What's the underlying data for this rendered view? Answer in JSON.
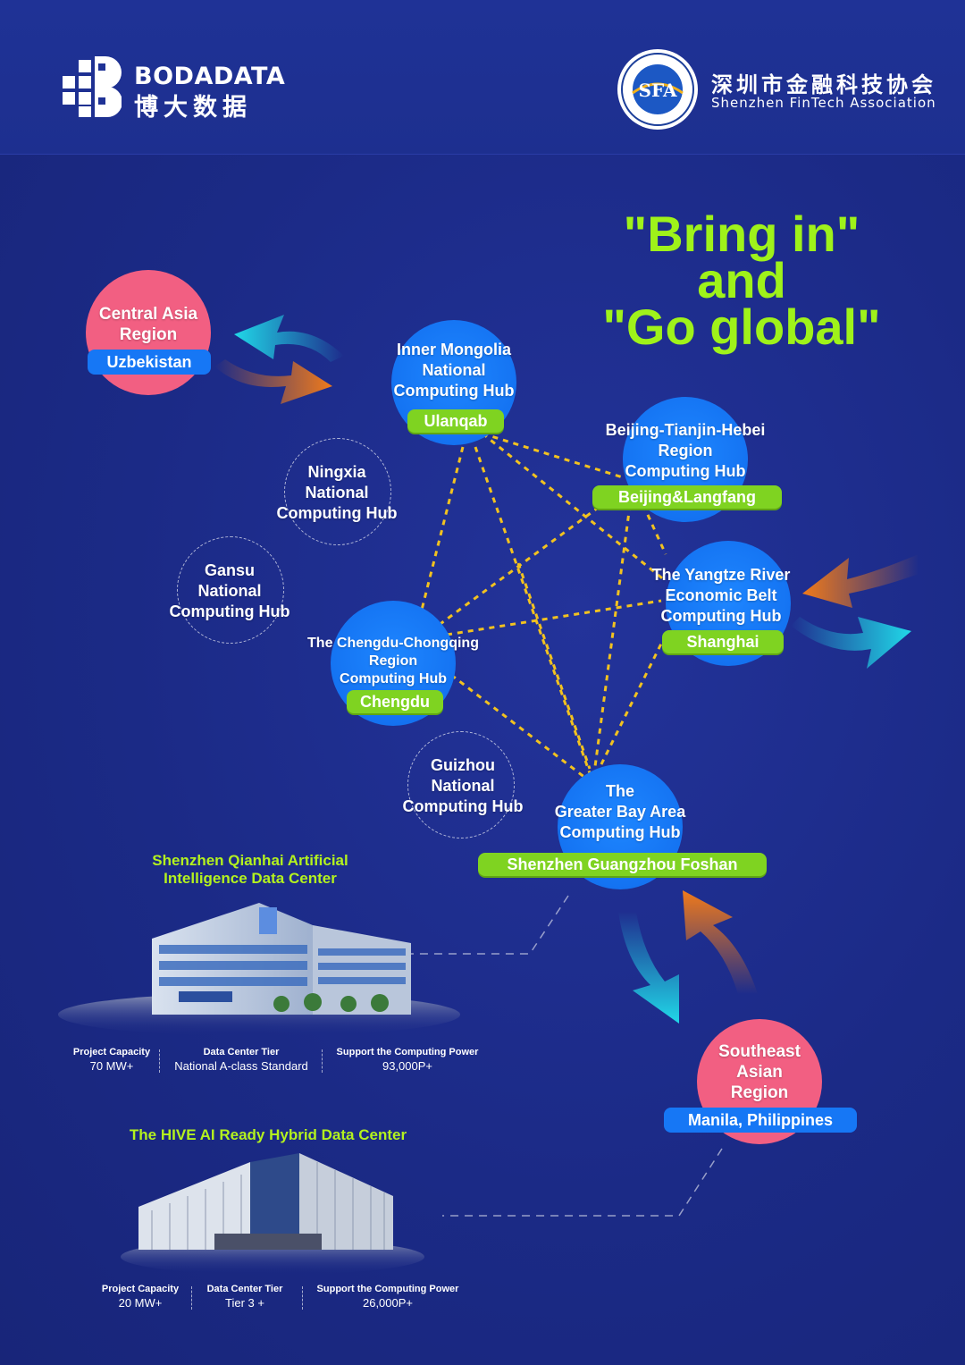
{
  "header": {
    "brand_name_en": "BODADATA",
    "brand_name_cn": "博大数据",
    "association_seal_text": "SFA",
    "association_name_cn": "深圳市金融科技协会",
    "association_name_en": "Shenzhen FinTech Association"
  },
  "headline": {
    "line1": "\"Bring in\"",
    "line2": "and",
    "line3": "\"Go global\""
  },
  "hubs": {
    "inner_mongolia": {
      "name": [
        "Inner Mongolia",
        "National",
        "Computing Hub"
      ],
      "city": "Ulanqab"
    },
    "beijing": {
      "name": [
        "Beijing-Tianjin-Hebei",
        "Region",
        "Computing Hub"
      ],
      "city": "Beijing&Langfang"
    },
    "yangtze": {
      "name": [
        "The Yangtze River",
        "Economic Belt",
        "Computing Hub"
      ],
      "city": "Shanghai"
    },
    "chengdu": {
      "name": [
        "The Chengdu-Chongqing",
        "Region",
        "Computing Hub"
      ],
      "city": "Chengdu"
    },
    "gba": {
      "name": [
        "The",
        "Greater Bay Area",
        "Computing Hub"
      ],
      "city": "Shenzhen Guangzhou Foshan"
    },
    "ningxia": {
      "name": [
        "Ningxia",
        "National",
        "Computing Hub"
      ]
    },
    "gansu": {
      "name": [
        "Gansu",
        "National",
        "Computing Hub"
      ]
    },
    "guizhou": {
      "name": [
        "Guizhou",
        "National",
        "Computing Hub"
      ]
    }
  },
  "regions": {
    "central_asia": {
      "name": [
        "Central Asia",
        "Region"
      ],
      "country": "Uzbekistan"
    },
    "southeast_asia": {
      "name": [
        "Southeast",
        "Asian",
        "Region"
      ],
      "country": "Manila, Philippines"
    }
  },
  "data_centers": [
    {
      "title": [
        "Shenzhen Qianhai Artificial",
        "Intelligence Data Center"
      ],
      "stats": [
        {
          "label": "Project Capacity",
          "value": "70 MW+"
        },
        {
          "label": "Data Center Tier",
          "value": "National A-class Standard"
        },
        {
          "label": "Support the Computing Power",
          "value": "93,000P+"
        }
      ]
    },
    {
      "title": [
        "The HIVE AI Ready Hybrid Data Center"
      ],
      "stats": [
        {
          "label": "Project Capacity",
          "value": "20 MW+"
        },
        {
          "label": "Data Center Tier",
          "value": "Tier 3 +"
        },
        {
          "label": "Support the Computing Power",
          "value": "26,000P+"
        }
      ]
    }
  ],
  "colors": {
    "background": "#1b2a86",
    "hub_blue": "#1677f5",
    "accent_green": "#7fd321",
    "headline_green": "#9ff21a",
    "region_pink": "#f25f82",
    "link_yellow": "#f2c21f",
    "arrow_cyan": "#21d8e8",
    "arrow_orange": "#f07a1a"
  }
}
